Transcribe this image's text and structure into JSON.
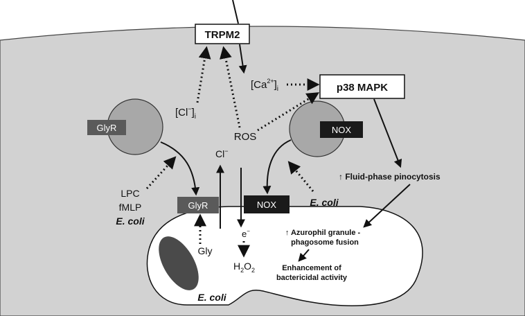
{
  "labels": {
    "trpm2": "TRPM2",
    "ca": "[Ca",
    "ca_sup": "2+",
    "ca_close": "]",
    "ca_sub": "i",
    "cl_i": "[Cl",
    "cl_i_sup": "−",
    "cl_i_close": "]",
    "cl_i_sub": "i",
    "p38": "p38 MAPK",
    "ros": "ROS",
    "glyr_top": "GlyR",
    "nox_top": "NOX",
    "cl": "Cl",
    "cl_sup": "−",
    "pinocytosis": "↑ Fluid-phase pinocytosis",
    "lpc": "LPC",
    "fmlp": "fMLP",
    "ecoli_left": "E. coli",
    "glyr_mem": "GlyR",
    "nox_mem": "NOX",
    "ecoli_right": "E. coli",
    "azurophil_1": "↑ Azurophil granule -",
    "azurophil_2": "phagosome fusion",
    "gly": "Gly",
    "electron": "e",
    "electron_sup": "−",
    "h2o2_h": "H",
    "h2o2_2a": "2",
    "h2o2_o": "O",
    "h2o2_2b": "2",
    "enhancement_1": "Enhancement of",
    "enhancement_2": "bactericidal activity",
    "ecoli_bottom": "E. coli"
  },
  "colors": {
    "cell": "#d2d2d2",
    "receptor_body": "#a8a8a8",
    "glyr_box": "#5a5a5a",
    "nox_box": "#1a1a1a",
    "bacterium": "#4a4a4a",
    "line": "#111111"
  }
}
